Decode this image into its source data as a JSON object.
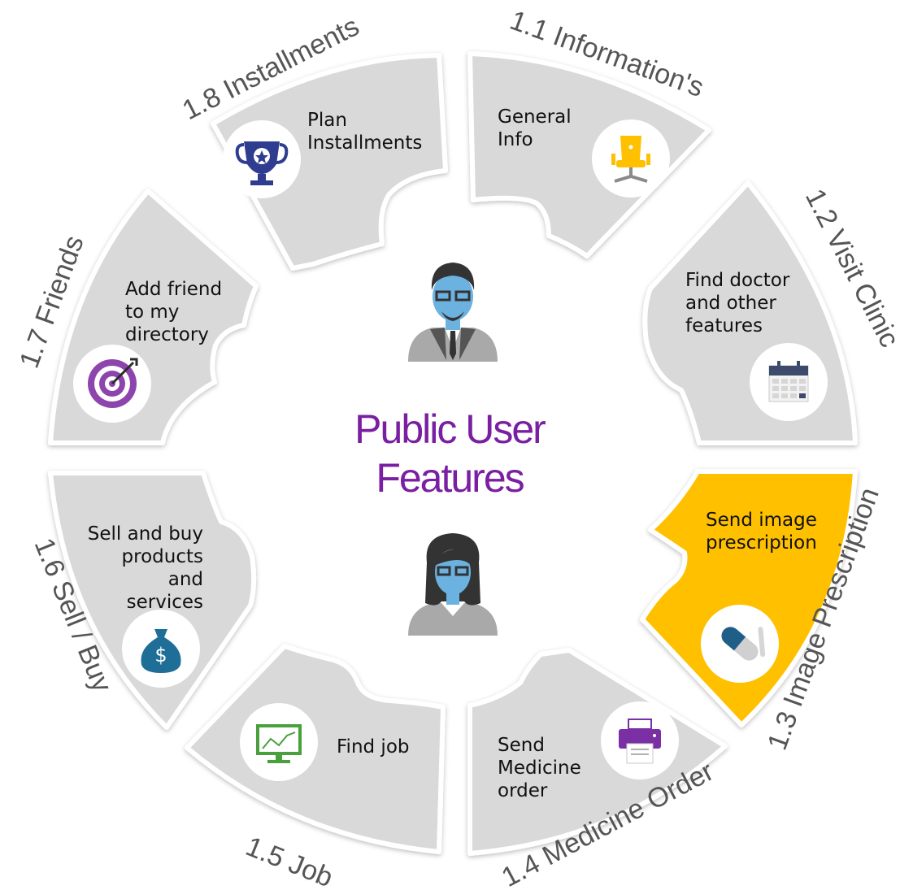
{
  "center_title": {
    "line1": "Public User",
    "line2": "Features"
  },
  "segments": [
    {
      "id": "info",
      "label": "1.1 Information's",
      "text": [
        "General",
        "Info"
      ],
      "icon": "office-chair-icon",
      "highlight": false
    },
    {
      "id": "clinic",
      "label": "1.2 Visit Clinic",
      "text": [
        "Find doctor",
        "and other",
        "features"
      ],
      "icon": "calendar-icon",
      "highlight": false
    },
    {
      "id": "image",
      "label": "1.3 Image Prescription",
      "text": [
        "Send image",
        "prescription"
      ],
      "icon": "pill-icon",
      "highlight": true
    },
    {
      "id": "medicine",
      "label": "1.4 Medicine Order",
      "text": [
        "Send",
        "Medicine",
        "order"
      ],
      "icon": "printer-icon",
      "highlight": false
    },
    {
      "id": "job",
      "label": "1.5 Job",
      "text": [
        "Find job"
      ],
      "icon": "monitor-chart-icon",
      "highlight": false
    },
    {
      "id": "sellbuy",
      "label": "1.6 Sell / Buy",
      "text": [
        "Sell and buy",
        "products and",
        "services"
      ],
      "icon": "money-bag-icon",
      "highlight": false
    },
    {
      "id": "friends",
      "label": "1.7 Friends",
      "text": [
        "Add friend",
        "to my",
        "directory"
      ],
      "icon": "target-icon",
      "highlight": false
    },
    {
      "id": "installments",
      "label": "1.8 Installments",
      "text": [
        "Plan",
        "Installments"
      ],
      "icon": "trophy-icon",
      "highlight": false
    }
  ],
  "avatars": [
    "male-user-avatar",
    "female-user-avatar"
  ],
  "colors": {
    "segment": "#d9d9d9",
    "highlight": "#ffc000",
    "title": "#7a1fa2",
    "label": "#5a5a5a"
  }
}
